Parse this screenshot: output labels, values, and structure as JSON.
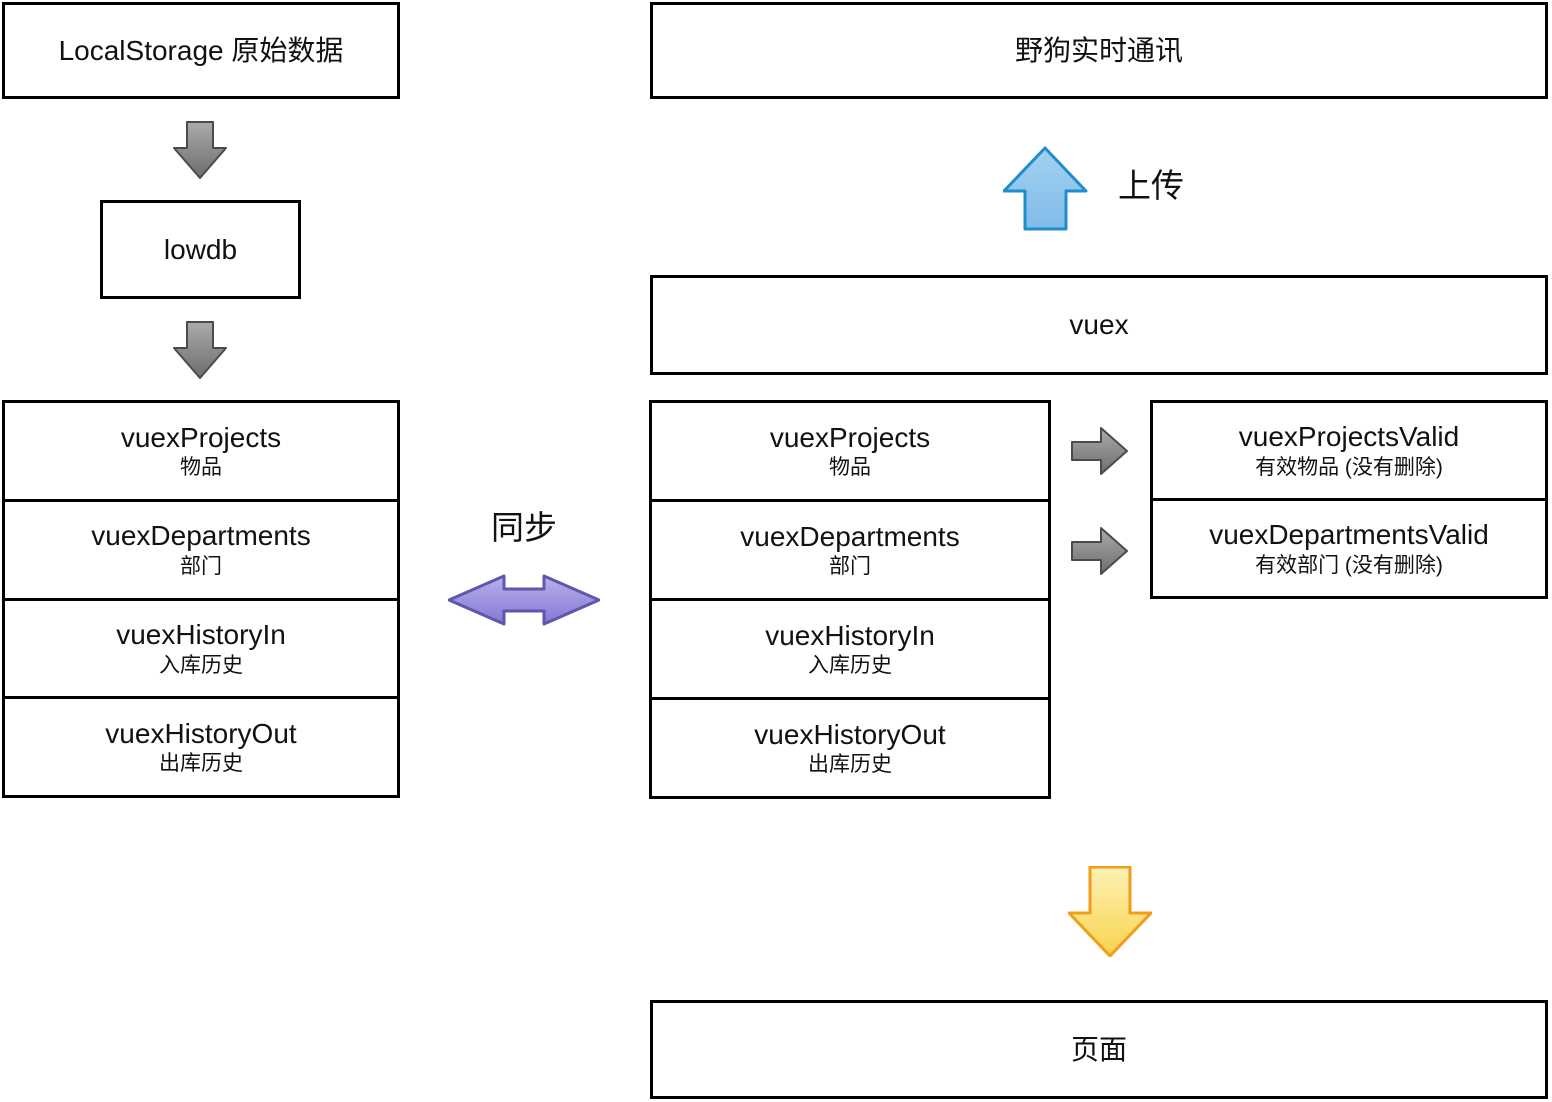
{
  "diagram": {
    "left": {
      "localstorage": "LocalStorage 原始数据",
      "lowdb": "lowdb",
      "stack": [
        {
          "title": "vuexProjects",
          "subtitle": "物品"
        },
        {
          "title": "vuexDepartments",
          "subtitle": "部门"
        },
        {
          "title": "vuexHistoryIn",
          "subtitle": "入库历史"
        },
        {
          "title": "vuexHistoryOut",
          "subtitle": "出库历史"
        }
      ]
    },
    "middle": {
      "sync": "同步"
    },
    "right": {
      "wilddog": "野狗实时通讯",
      "upload": "上传",
      "vuex": "vuex",
      "stack": [
        {
          "title": "vuexProjects",
          "subtitle": "物品"
        },
        {
          "title": "vuexDepartments",
          "subtitle": "部门"
        },
        {
          "title": "vuexHistoryIn",
          "subtitle": "入库历史"
        },
        {
          "title": "vuexHistoryOut",
          "subtitle": "出库历史"
        }
      ],
      "valid_stack": [
        {
          "title": "vuexProjectsValid",
          "subtitle": "有效物品 (没有删除)"
        },
        {
          "title": "vuexDepartmentsValid",
          "subtitle": "有效部门 (没有删除)"
        }
      ],
      "page": "页面"
    },
    "colors": {
      "canvas_bg": "#ffffff",
      "box_border": "#000000",
      "text": "#111111",
      "gray_arrow_fill_top": "#ababab",
      "gray_arrow_fill_bottom": "#6d6d6d",
      "gray_arrow_border": "#4b4b4b",
      "purple_arrow_fill_top": "#b9b1ec",
      "purple_arrow_fill_bottom": "#8478d2",
      "purple_arrow_border": "#5f57ae",
      "blue_arrow_fill_top": "#a5d1f1",
      "blue_arrow_fill_bottom": "#7fbbe9",
      "blue_arrow_border": "#1f8dcc",
      "yellow_arrow_fill_top": "#fdf0b5",
      "yellow_arrow_fill_bottom": "#f9d44c",
      "yellow_arrow_border": "#ef9d1b"
    }
  }
}
